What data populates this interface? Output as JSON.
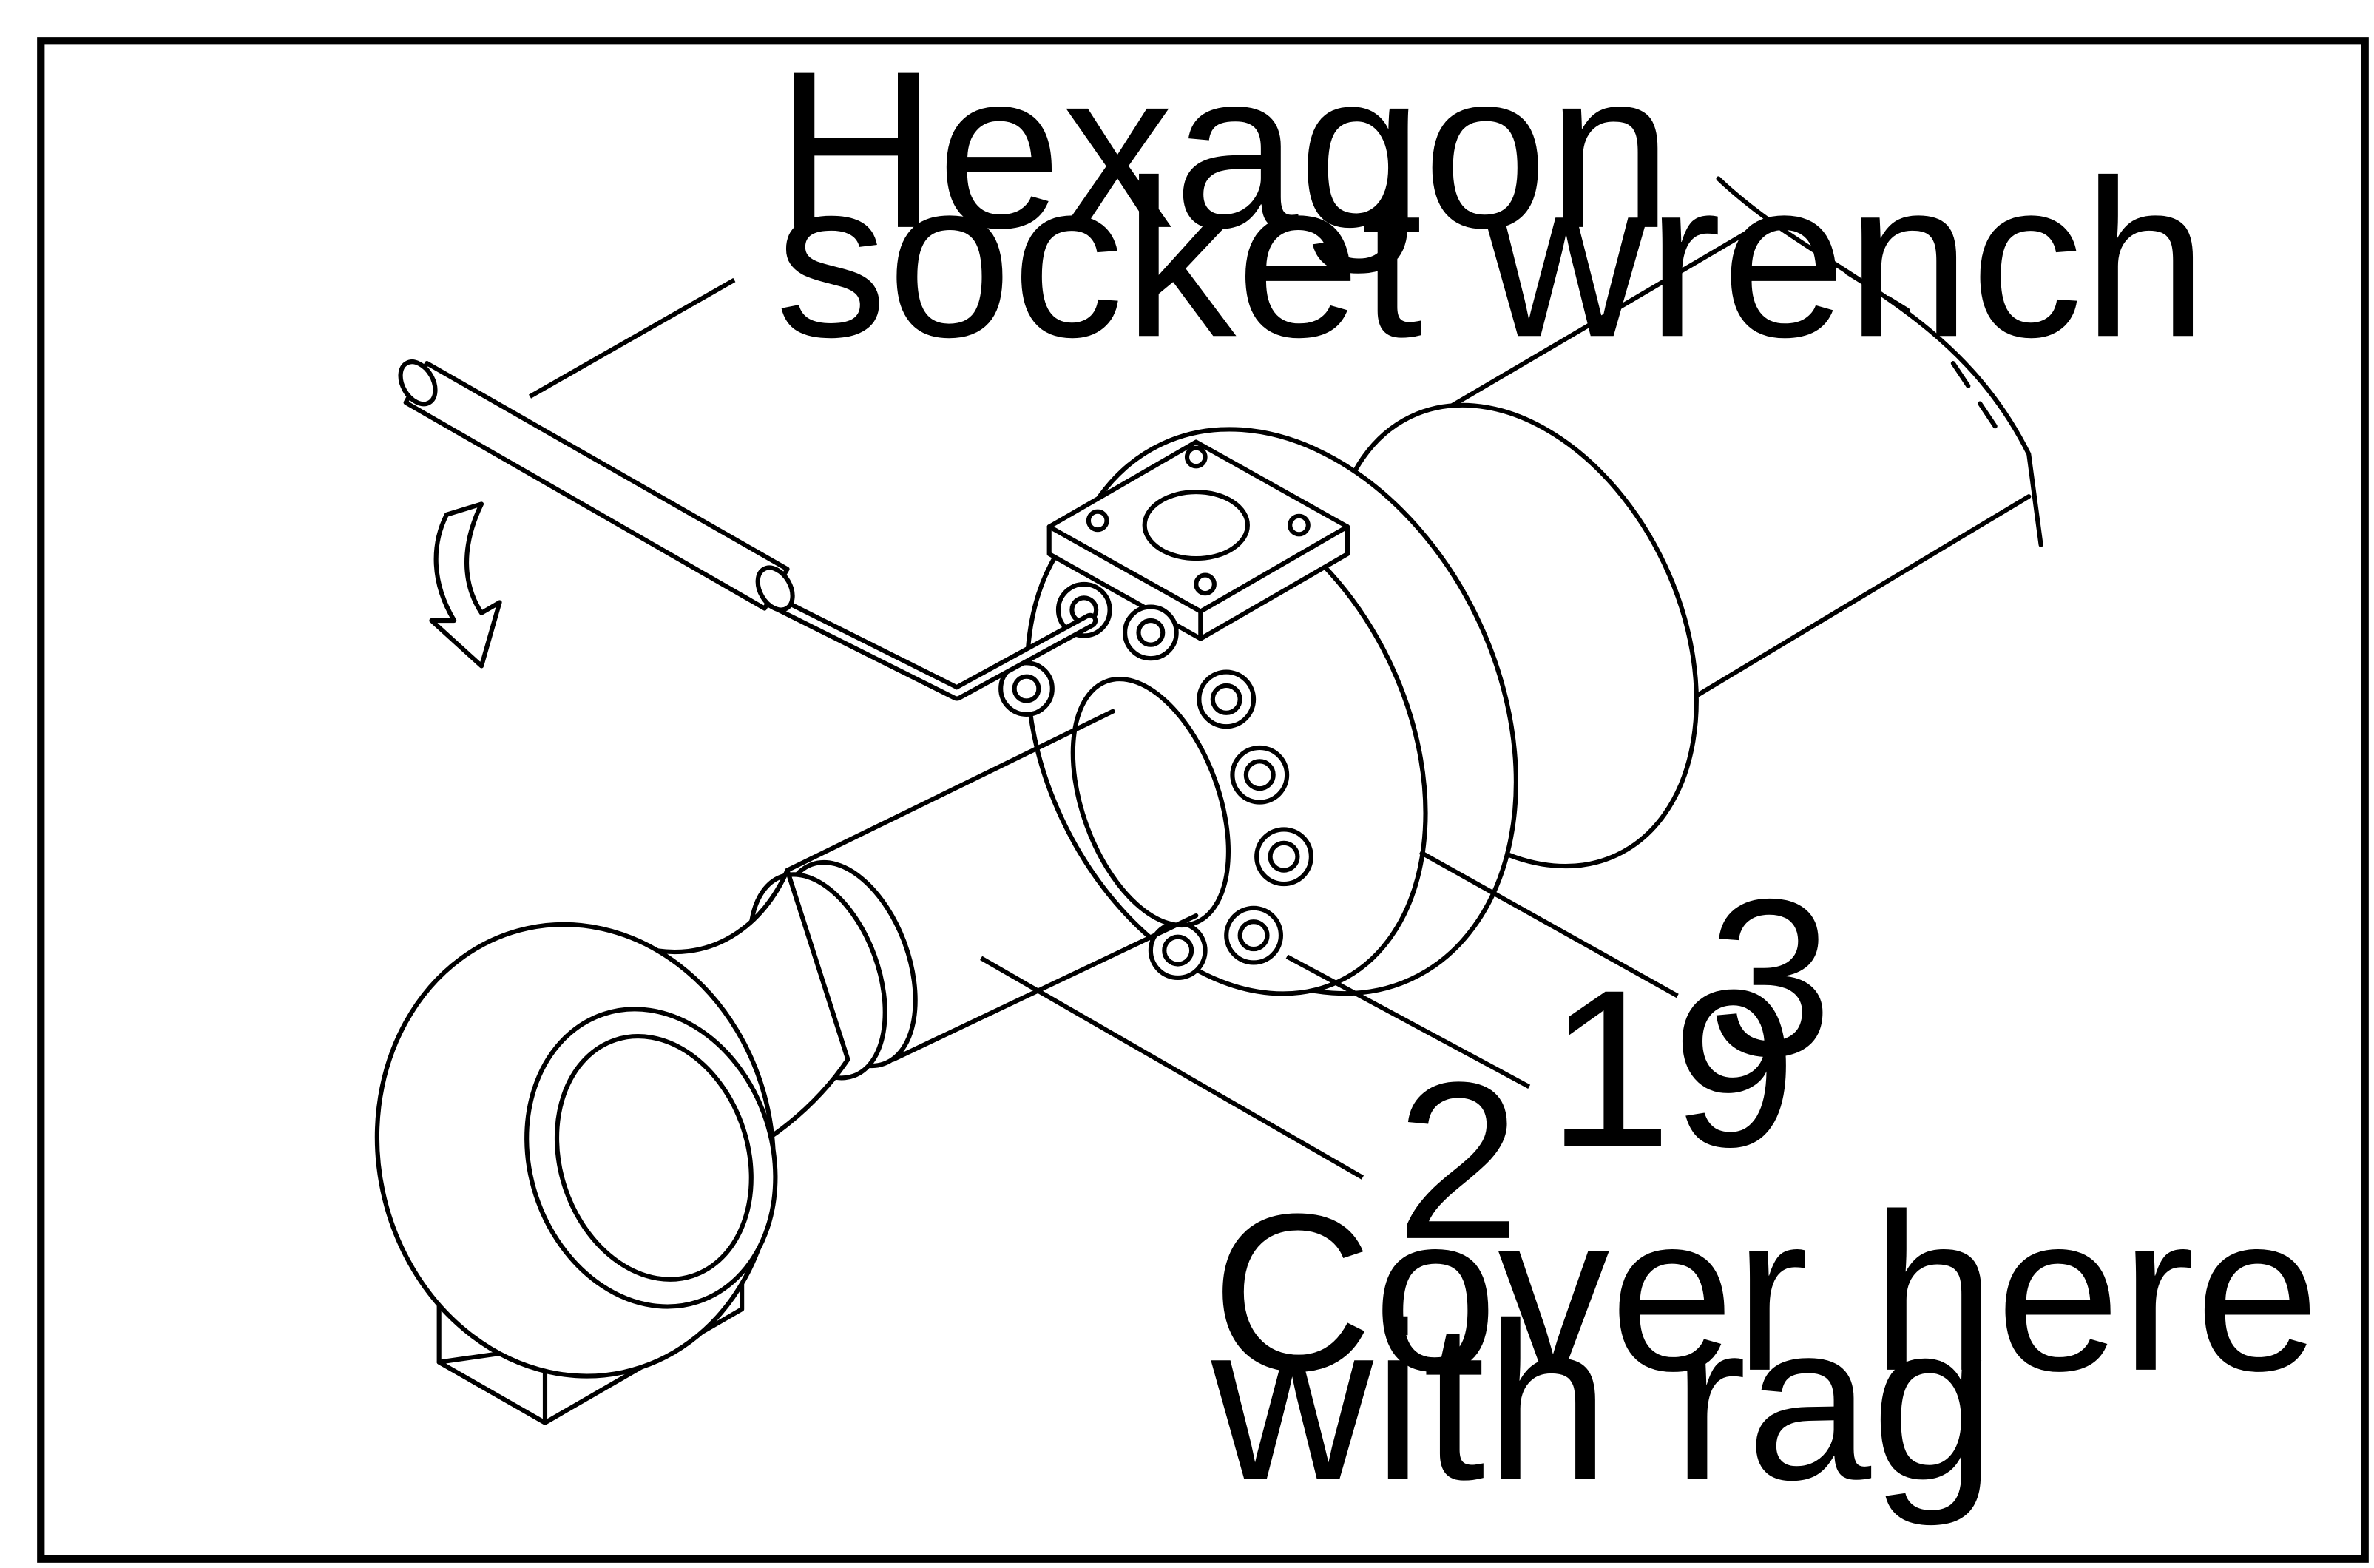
{
  "labels": {
    "tool_line1": "Hexagon",
    "tool_line2": "socket wrench",
    "note_line1": "Cover here",
    "note_line2": "with rag",
    "part_3": "3",
    "part_19": "19",
    "part_2": "2"
  },
  "icons": {
    "rotation": "curved-arrow-icon"
  }
}
